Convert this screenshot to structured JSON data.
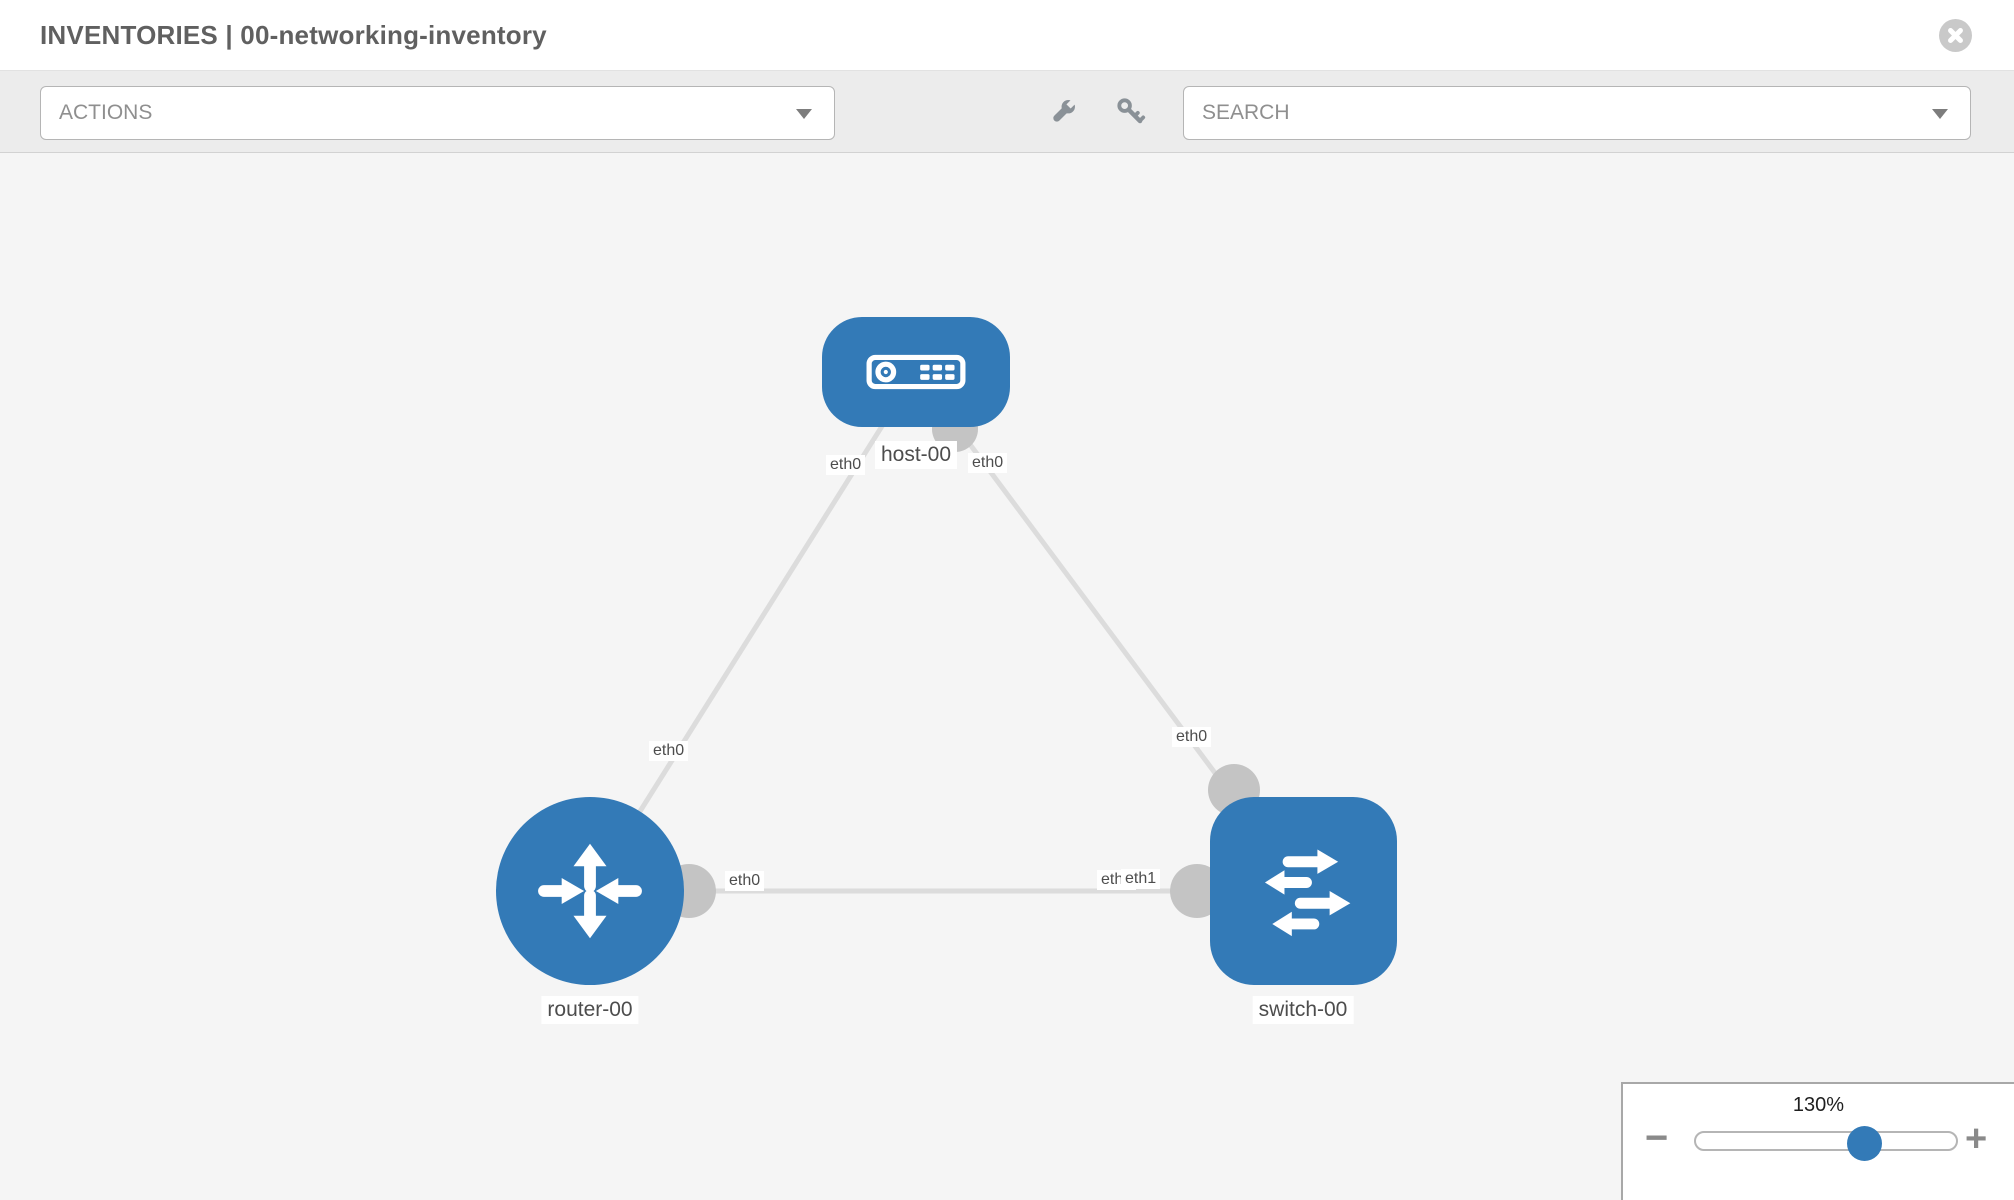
{
  "header": {
    "title": "INVENTORIES | 00-networking-inventory"
  },
  "toolbar": {
    "actions_label": "ACTIONS",
    "search_label": "SEARCH"
  },
  "topology": {
    "nodes": [
      {
        "label": "host-00",
        "type": "host"
      },
      {
        "label": "router-00",
        "type": "router"
      },
      {
        "label": "switch-00",
        "type": "switch"
      }
    ],
    "links": [
      {
        "from": "host-00",
        "from_if": "eth0",
        "to": "router-00",
        "to_if": "eth0"
      },
      {
        "from": "host-00",
        "from_if": "eth0",
        "to": "switch-00",
        "to_if": "eth0"
      },
      {
        "from": "router-00",
        "from_if": "eth0",
        "to": "switch-00",
        "to_if": "eth1",
        "to_if_overlap": "eth0"
      }
    ]
  },
  "zoom": {
    "level": "130%",
    "minus_glyph": "−",
    "plus_glyph": "+"
  },
  "colors": {
    "node_blue": "#337ab7",
    "link_gray": "#dcdcdc",
    "port_gray": "#c4c4c4",
    "canvas_bg": "#f5f5f5",
    "toolbar_bg": "#ececec"
  }
}
